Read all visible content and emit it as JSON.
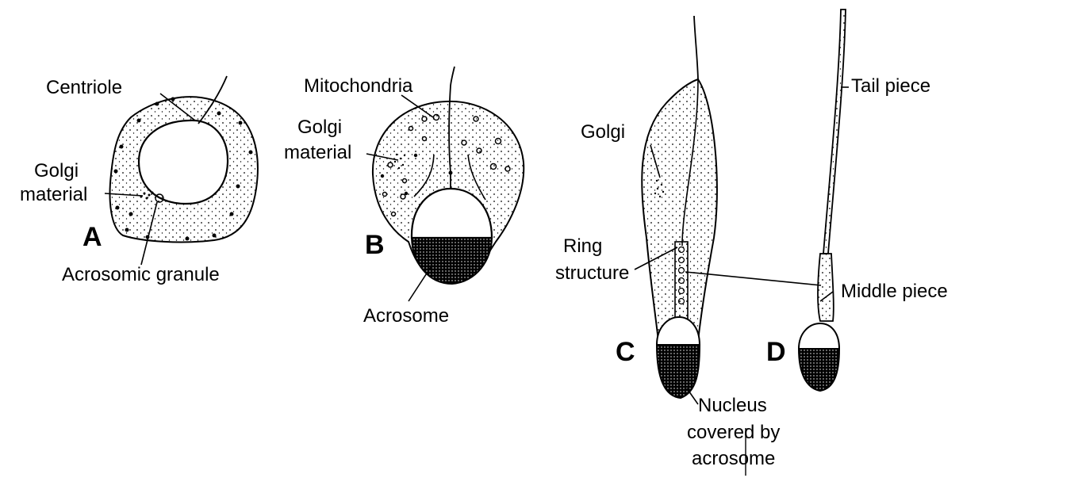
{
  "stages": {
    "a": "A",
    "b": "B",
    "c": "C",
    "d": "D"
  },
  "labels": {
    "centriole": "Centriole",
    "golgi_material_a_line1": "Golgi",
    "golgi_material_a_line2": "material",
    "acrosomic_granule": "Acrosomic granule",
    "mitochondria": "Mitochondria",
    "golgi_material_b_line1": "Golgi",
    "golgi_material_b_line2": "material",
    "acrosome": "Acrosome",
    "golgi_c": "Golgi",
    "ring_structure_line1": "Ring",
    "ring_structure_line2": "structure",
    "nucleus_line1": "Nucleus",
    "nucleus_line2": "covered by",
    "nucleus_line3": "acrosome",
    "tail_piece": "Tail piece",
    "middle_piece": "Middle piece"
  },
  "colors": {
    "ink": "#000000",
    "paper": "#ffffff"
  }
}
